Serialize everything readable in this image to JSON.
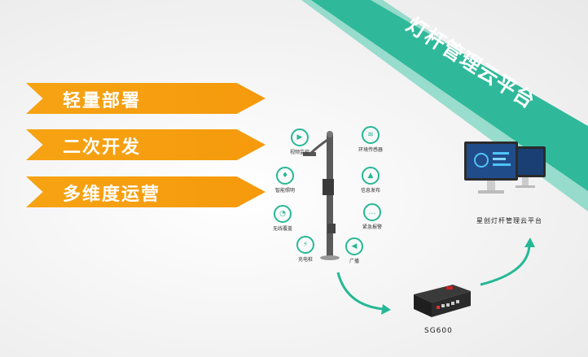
{
  "banner": {
    "title": "灯杆管理云平台"
  },
  "features": [
    "轻量部署",
    "二次开发",
    "多维度运营"
  ],
  "pole_icons": [
    {
      "label": "视频监控",
      "glyph": "▶"
    },
    {
      "label": "智能照明",
      "glyph": "♦"
    },
    {
      "label": "无线覆盖",
      "glyph": "◔"
    },
    {
      "label": "充电桩",
      "glyph": "⚡"
    },
    {
      "label": "环境传感器",
      "glyph": "≋"
    },
    {
      "label": "信息发布",
      "glyph": "▲"
    },
    {
      "label": "紧急报警",
      "glyph": "…"
    },
    {
      "label": "广播",
      "glyph": "◀"
    }
  ],
  "gateway": {
    "label": "SG600"
  },
  "platform": {
    "label": "星创灯杆管理云平台"
  },
  "colors": {
    "accent": "#26b896",
    "orange": "#f6a313"
  }
}
